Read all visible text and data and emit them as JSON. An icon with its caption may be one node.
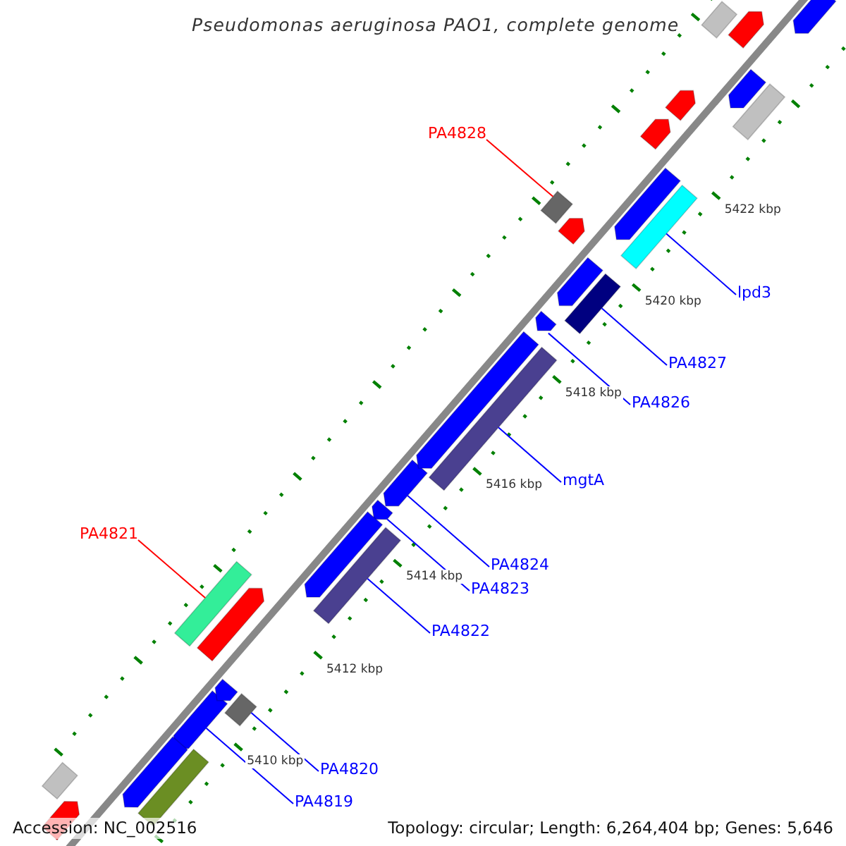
{
  "diagram": {
    "title": "Pseudomonas aeruginosa PAO1, complete genome",
    "nodes": [
      {
        "text": [
          "PA4828"
        ]
      },
      {
        "text": [],
        "shape": "box"
      },
      {
        "text": [
          "lpd3"
        ]
      },
      {
        "text": [],
        "shape": "box"
      },
      {
        "text": [
          "PA4827"
        ]
      },
      {
        "text": [],
        "shape": "box"
      },
      {
        "text": [
          "PA4826"
        ]
      },
      {
        "text": [],
        "shape": "arrow"
      },
      {
        "text": [
          "mgtA"
        ]
      },
      {
        "text": [],
        "shape": "box"
      },
      {
        "text": [
          "PA4824"
        ]
      },
      {
        "text": [],
        "shape": "arrow"
      },
      {
        "text": [
          "PA4823"
        ]
      },
      {
        "text": [],
        "shape": "arrow"
      },
      {
        "text": [
          "PA4822"
        ]
      },
      {
        "text": [],
        "shape": "box"
      },
      {
        "text": [
          "PA4821"
        ]
      },
      {
        "text": [],
        "shape": "box"
      },
      {
        "text": [
          "PA4820"
        ]
      },
      {
        "text": [],
        "shape": "box"
      },
      {
        "text": [
          "PA4819"
        ]
      },
      {
        "text": [],
        "shape": "arrow"
      },
      {
        "text": [],
        "shape": "box"
      },
      {
        "text": [],
        "shape": "arrow"
      },
      {
        "text": [],
        "shape": "arrow"
      },
      {
        "text": [],
        "shape": "arrow"
      },
      {
        "text": [],
        "shape": "arrow"
      },
      {
        "text": [],
        "shape": "arrow"
      },
      {
        "text": [],
        "shape": "box"
      },
      {
        "text": [],
        "shape": "arrow"
      },
      {
        "text": [],
        "shape": "arrow"
      },
      {
        "text": [],
        "shape": "arrow"
      },
      {
        "text": [],
        "shape": "arrow"
      },
      {
        "text": [],
        "shape": "arrow"
      },
      {
        "text": [],
        "shape": "arrow"
      },
      {
        "text": [],
        "shape": "arrow"
      },
      {
        "text": [],
        "shape": "arrow"
      },
      {
        "text": [],
        "shape": "box"
      },
      {
        "text": [],
        "shape": "box"
      },
      {
        "text": [],
        "shape": "arrow"
      }
    ],
    "edges": [
      {
        "from": 0,
        "to": 1,
        "arrow": "none",
        "color": "#ff0000"
      },
      {
        "from": 2,
        "to": 3,
        "arrow": "none"
      },
      {
        "from": 4,
        "to": 5,
        "arrow": "none"
      },
      {
        "from": 6,
        "to": 7,
        "arrow": "none"
      },
      {
        "from": 8,
        "to": 9,
        "arrow": "none"
      },
      {
        "from": 10,
        "to": 11,
        "arrow": "none"
      },
      {
        "from": 12,
        "to": 13,
        "arrow": "none"
      },
      {
        "from": 14,
        "to": 15,
        "arrow": "none"
      },
      {
        "from": 16,
        "to": 17,
        "arrow": "none",
        "color": "#ff0000"
      },
      {
        "from": 18,
        "to": 19,
        "arrow": "none"
      },
      {
        "from": 20,
        "to": 21,
        "arrow": "none"
      }
    ],
    "labels": [
      "5422 kbp",
      "5420 kbp",
      "5418 kbp",
      "5416 kbp",
      "5414 kbp",
      "5412 kbp",
      "5410 kbp",
      "Accession: NC_002516",
      "Topology: circular; Length: 6,264,404 bp; Genes: 5,646"
    ]
  }
}
